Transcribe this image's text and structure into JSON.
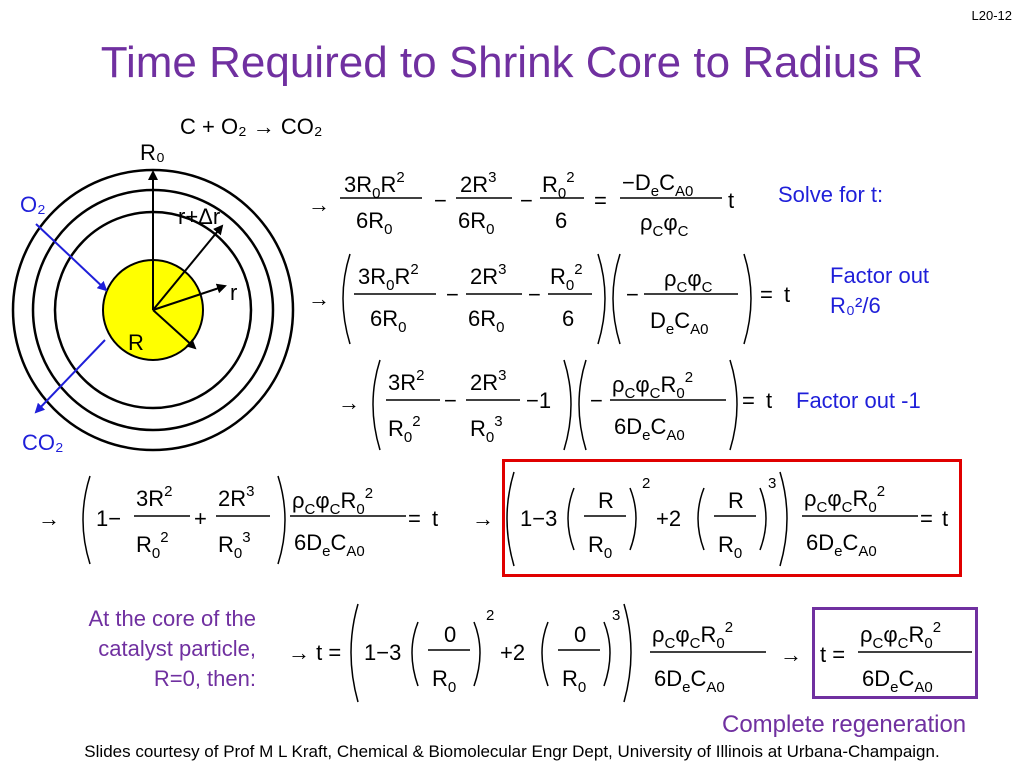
{
  "slide_number": "L20-12",
  "title": "Time Required to Shrink Core to Radius R",
  "diagram": {
    "reaction": "C + O₂ → CO₂",
    "r0_label": "R₀",
    "o2_label": "O₂",
    "co2_label": "CO₂",
    "r_plus_dr": "r+Δr",
    "r_label": "r",
    "core_label": "R"
  },
  "notes": {
    "solve_for_t": "Solve for t:",
    "factor_out_r0_line1": "Factor out",
    "factor_out_r0_line2": "R₀²/6",
    "factor_out_minus1": "Factor out -1",
    "core_condition_line1": "At the core of the",
    "core_condition_line2": "catalyst particle,",
    "core_condition_line3": "R=0, then:",
    "complete_regeneration": "Complete regeneration"
  },
  "footer": "Slides courtesy of Prof M L Kraft, Chemical & Biomolecular Engr Dept, University of Illinois at Urbana-Champaign.",
  "colors": {
    "title": "#7030a0",
    "accent_blue": "#1f1fd9",
    "core_yellow": "#ffff00",
    "box_red": "#e00000",
    "box_purple": "#7030a0"
  }
}
